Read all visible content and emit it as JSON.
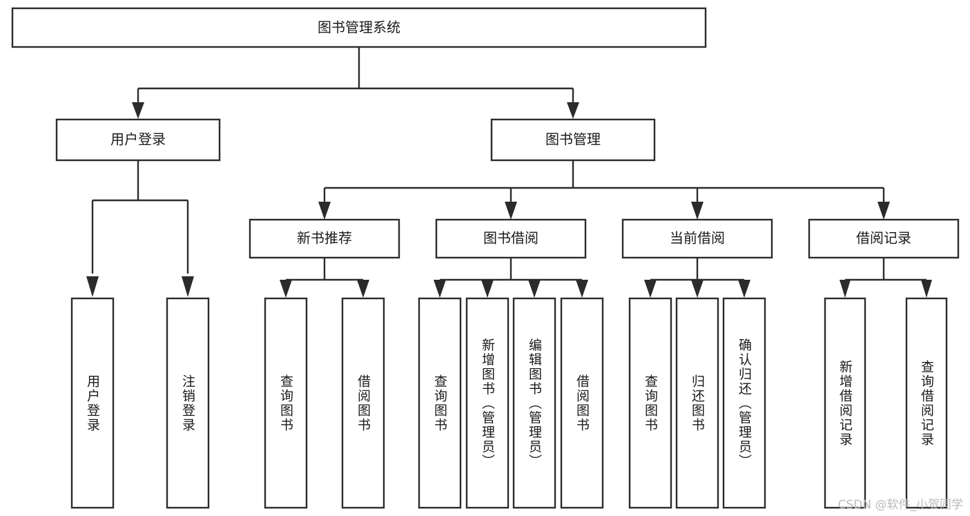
{
  "diagram": {
    "type": "tree-hierarchy-chart",
    "title": "图书管理系统",
    "orientation": "top-down",
    "background_color": "#ffffff",
    "line_color": "#2b2b2b",
    "box_fill": "#ffffff",
    "text_color": "#1a1a1a"
  },
  "root": {
    "label": "图书管理系统"
  },
  "level1": [
    {
      "label": "用户登录"
    },
    {
      "label": "图书管理"
    }
  ],
  "level2": [
    {
      "label": "新书推荐"
    },
    {
      "label": "图书借阅"
    },
    {
      "label": "当前借阅"
    },
    {
      "label": "借阅记录"
    }
  ],
  "leaves": {
    "user_login": [
      {
        "label": "用户登录"
      },
      {
        "label": "注销登录"
      }
    ],
    "new_book_recommend": [
      {
        "label": "查询图书"
      },
      {
        "label": "借阅图书"
      }
    ],
    "book_borrow": [
      {
        "label": "查询图书"
      },
      {
        "label": "新增图书（管理员）"
      },
      {
        "label": "编辑图书（管理员）"
      },
      {
        "label": "借阅图书"
      }
    ],
    "current_borrow": [
      {
        "label": "查询图书"
      },
      {
        "label": "归还图书"
      },
      {
        "label": "确认归还（管理员）"
      }
    ],
    "borrow_record": [
      {
        "label": "新增借阅记录"
      },
      {
        "label": "查询借阅记录"
      }
    ]
  },
  "watermark": {
    "text": "CSDN @软件_小贺同学"
  }
}
